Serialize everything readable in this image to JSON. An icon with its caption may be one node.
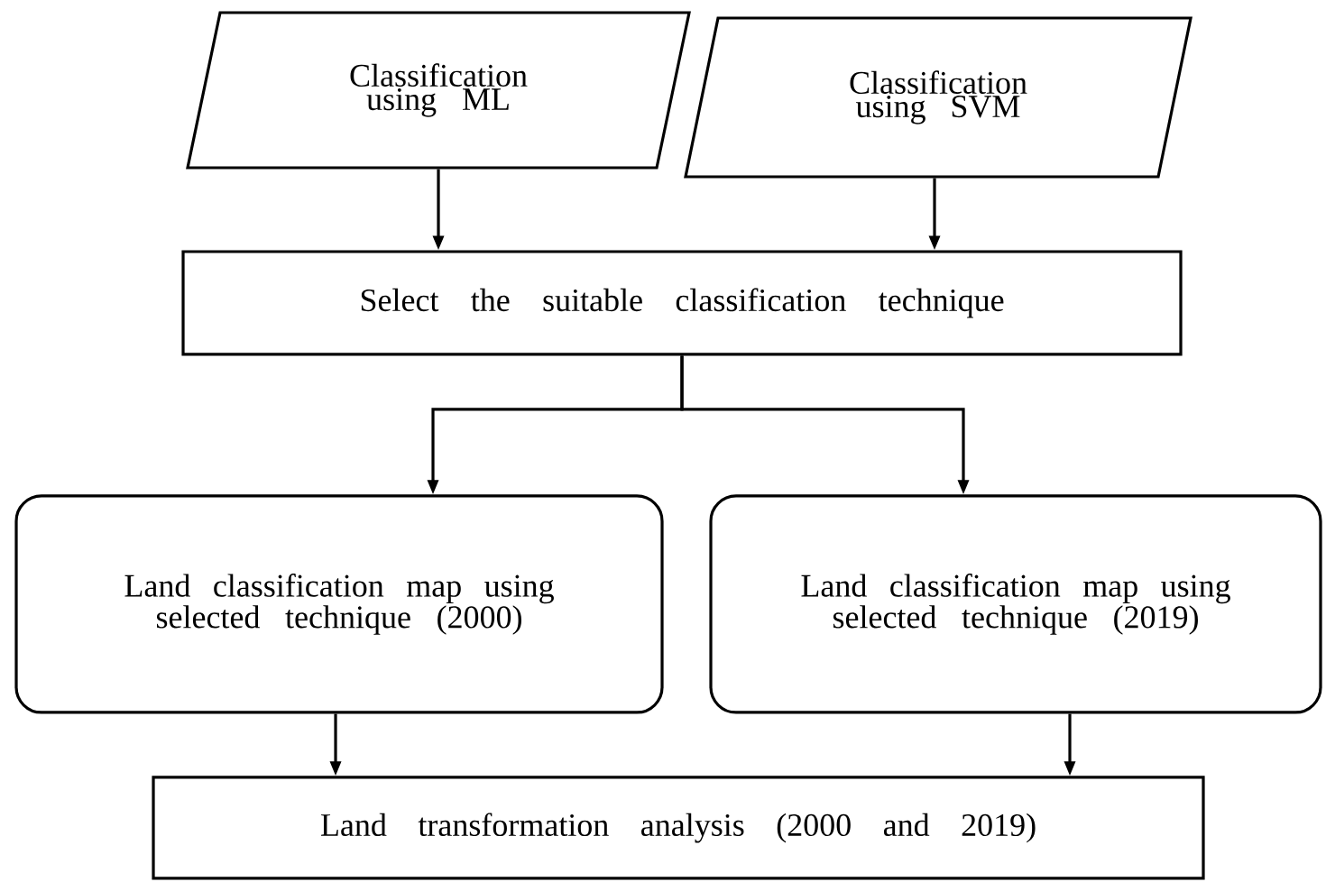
{
  "diagram": {
    "nodes": [
      {
        "text": [
          "Classification using ML"
        ]
      },
      {
        "text": [
          "Classification using SVM"
        ]
      },
      {
        "text": [
          "Select the suitable classification technique"
        ]
      },
      {
        "text": [
          "Land classification map using selected technique (2000)"
        ]
      },
      {
        "text": [
          "Land classification map using selected technique (2019)"
        ]
      },
      {
        "text": [
          "Land transformation analysis (2000 and 2019)"
        ]
      }
    ],
    "edges": [
      {
        "from": 0,
        "to": 2,
        "arrow": "to"
      },
      {
        "from": 1,
        "to": 2,
        "arrow": "to"
      },
      {
        "from": 2,
        "to": 3,
        "arrow": "to"
      },
      {
        "from": 2,
        "to": 4,
        "arrow": "to"
      },
      {
        "from": 3,
        "to": 5,
        "arrow": "to"
      },
      {
        "from": 4,
        "to": 5,
        "arrow": "to"
      }
    ]
  }
}
